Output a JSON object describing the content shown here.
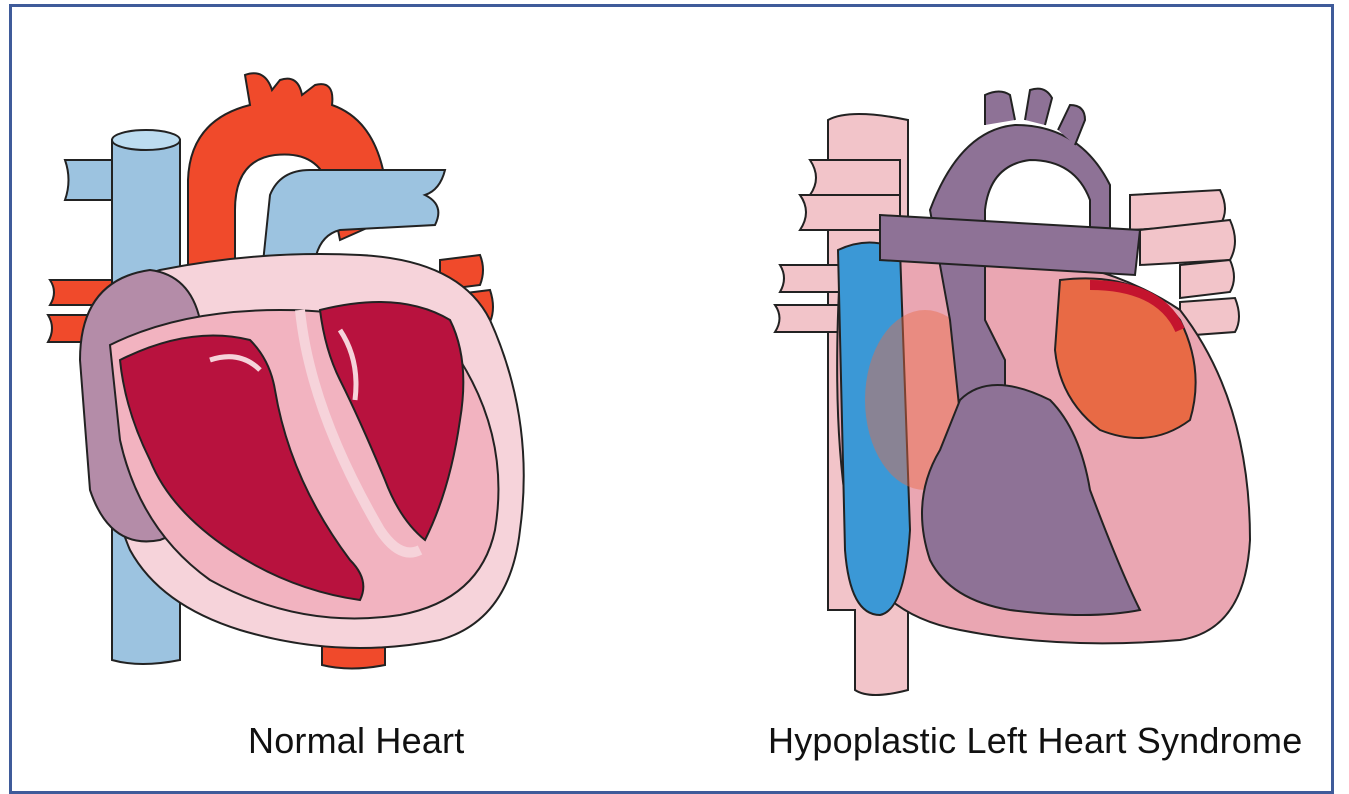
{
  "captions": {
    "normal": "Normal Heart",
    "hlhs": "Hypoplastic Left Heart Syndrome"
  },
  "colors": {
    "frame": "#3f5b9a",
    "aorta_red": "#f04a2b",
    "vein_blue": "#9cc3e0",
    "septum_lilac": "#b48ca8",
    "chamber_crimson": "#b8123e",
    "wall_pink": "#f2b3c0",
    "hlhs_vessel_pink": "#f2c4c9",
    "hlhs_purple": "#8e7296",
    "hlhs_blue": "#3b98d6",
    "hlhs_orange": "#e86a45"
  },
  "icons": {
    "normal": "normal-heart-illustration",
    "hlhs": "hypoplastic-left-heart-illustration"
  }
}
